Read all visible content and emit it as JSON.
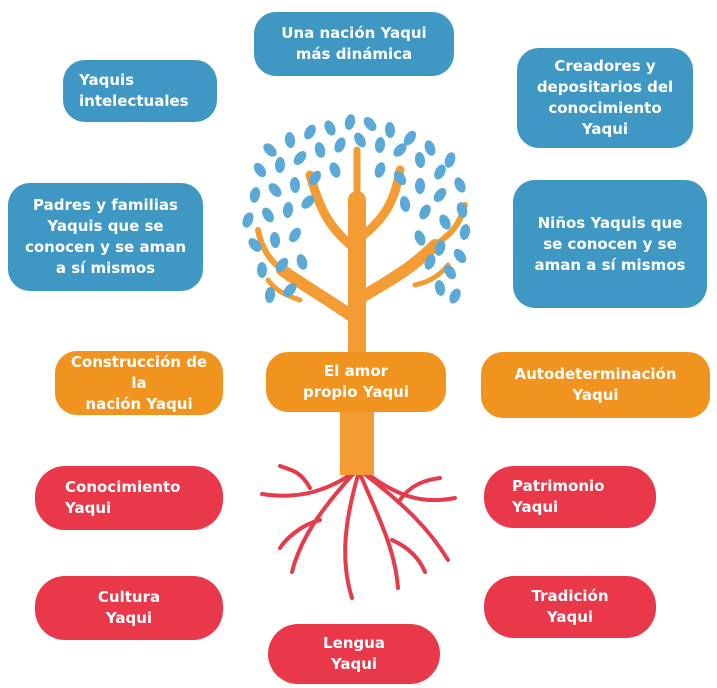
{
  "colors": {
    "blue": "#3f97c3",
    "orange": "#f0931f",
    "red": "#e8384a",
    "trunk": "#f39c34",
    "leaf": "#5aa9d6",
    "roots": "#e63b4b"
  },
  "tree": {
    "crown_boxes": {
      "top_center": "Una nación Yaqui\nmás dinámica",
      "top_left": "Yaquis\nintelectuales",
      "top_right": "Creadores y\ndepositarios del\nconocimiento\nYaqui",
      "mid_left": "Padres y familias\nYaquis que se\nconocen y se aman\na sí mismos",
      "mid_right": "Niños Yaquis que\nse conocen y se\naman a sí mismos"
    },
    "trunk_boxes": {
      "left": "Construcción de la\nnación Yaqui",
      "center": "El amor\npropio Yaqui",
      "right": "Autodeterminación\nYaqui"
    },
    "root_boxes": {
      "upper_left": "Conocimiento\nYaqui",
      "upper_right": "Patrimonio\nYaqui",
      "lower_left": "Cultura\nYaqui",
      "lower_right": "Tradición\nYaqui",
      "bottom_center": "Lengua\nYaqui"
    }
  }
}
